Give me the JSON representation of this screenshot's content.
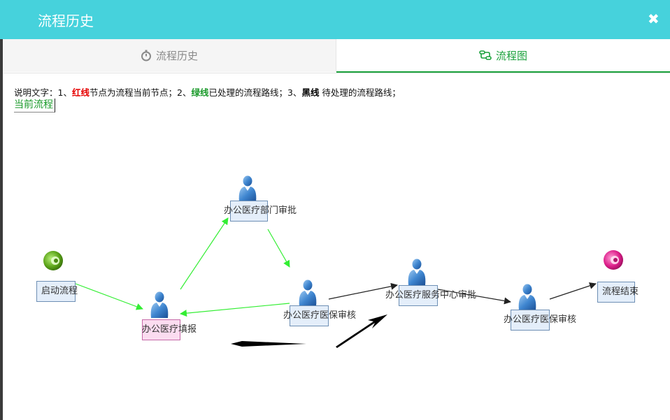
{
  "header": {
    "title": "流程历史",
    "close": "✖"
  },
  "tabs": [
    {
      "label": "流程历史",
      "icon": "stopwatch-icon",
      "active": false
    },
    {
      "label": "流程图",
      "icon": "flow-chart-icon",
      "active": true
    }
  ],
  "legend": {
    "prefix": "说明文字：1、",
    "red": "红线",
    "part1": "节点为流程当前节点；2、",
    "green": "绿线",
    "part2": "已处理的流程路线；3、",
    "black": "黑线",
    "part3": " 待处理的流程路线；"
  },
  "current_flow": "当前流程",
  "nodes": {
    "start": "启动流程",
    "fill": "办公医疗填报",
    "dept": "办公医疗部门审批",
    "audit1": "办公医疗医保审核",
    "center": "办公医疗服务中心审批",
    "audit2": "办公医疗医保审核",
    "end": "流程结束"
  },
  "colors": {
    "header": "#46d2dc",
    "active_tab": "#1aa13b",
    "green_line": "#33ee33"
  }
}
